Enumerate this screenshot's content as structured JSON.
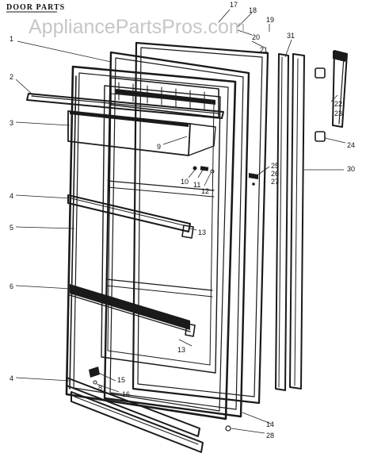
{
  "header_text": "DOOR PARTS",
  "watermark": "AppliancePartsPros.com",
  "callouts": [
    "1",
    "2",
    "3",
    "4",
    "5",
    "6",
    "4",
    "9",
    "10",
    "11",
    "12",
    "13",
    "13",
    "14",
    "15",
    "16",
    "17",
    "18",
    "19",
    "20",
    "21",
    "22",
    "23",
    "24",
    "25",
    "26",
    "27",
    "28",
    "30",
    "31",
    "8"
  ]
}
